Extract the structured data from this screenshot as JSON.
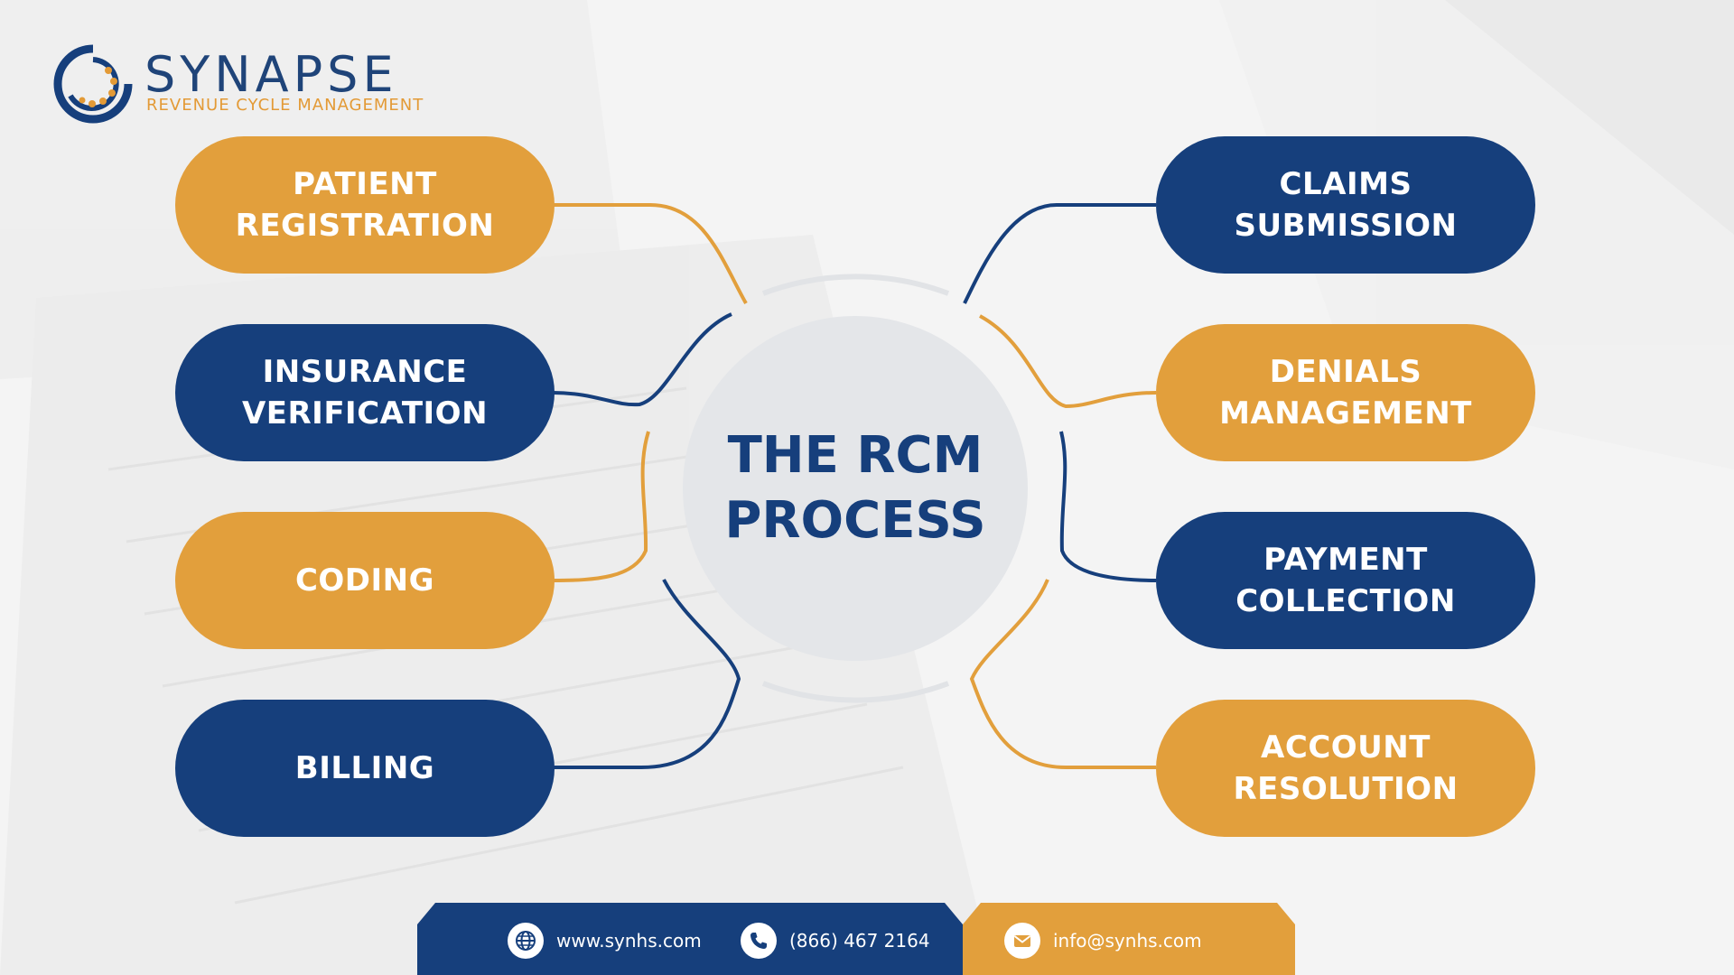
{
  "brand": {
    "name": "SYNAPSE",
    "tagline": "REVENUE CYCLE MANAGEMENT"
  },
  "center": {
    "title": "THE RCM\nPROCESS"
  },
  "steps_left": [
    {
      "label": "PATIENT\nREGISTRATION",
      "color": "#e29f3c"
    },
    {
      "label": "INSURANCE\nVERIFICATION",
      "color": "#163f7c"
    },
    {
      "label": "CODING",
      "color": "#e29f3c"
    },
    {
      "label": "BILLING",
      "color": "#163f7c"
    }
  ],
  "steps_right": [
    {
      "label": "CLAIMS\nSUBMISSION",
      "color": "#163f7c"
    },
    {
      "label": "DENIALS\nMANAGEMENT",
      "color": "#e29f3c"
    },
    {
      "label": "PAYMENT\nCOLLECTION",
      "color": "#163f7c"
    },
    {
      "label": "ACCOUNT\nRESOLUTION",
      "color": "#e29f3c"
    }
  ],
  "footer": {
    "website": "www.synhs.com",
    "phone": "(866) 467 2164",
    "email": "info@synhs.com"
  },
  "colors": {
    "brand_blue": "#163f7c",
    "brand_orange": "#e29f3c",
    "center_fill": "#e4e6e9"
  },
  "icons": {
    "website": "globe-icon",
    "phone": "phone-icon",
    "email": "mail-icon"
  }
}
